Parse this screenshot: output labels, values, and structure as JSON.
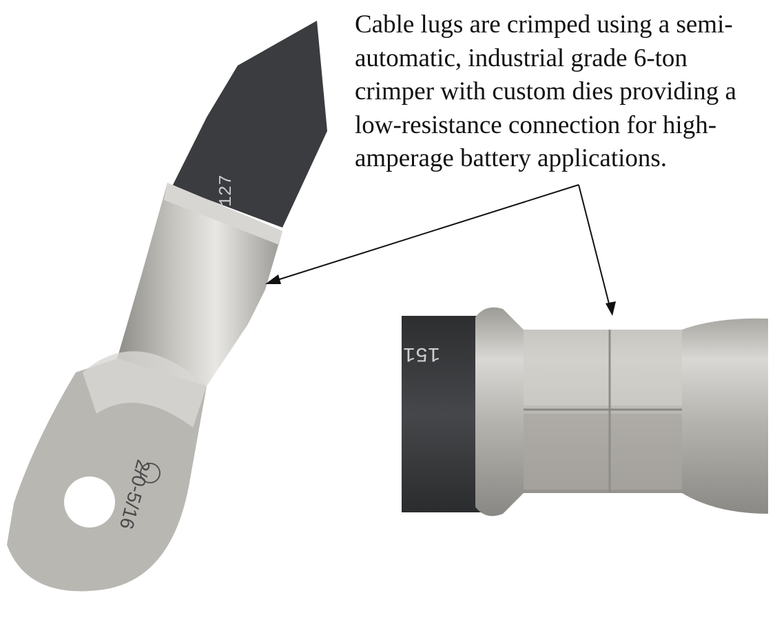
{
  "caption": {
    "lines": [
      "Cable lugs are crimped using a semi-",
      "automatic, industrial grade 6-ton",
      "crimper with custom dies providing a",
      "low-resistance connection for high-",
      "amperage battery applications."
    ]
  },
  "lug_stamp": "2/0-5/16",
  "lug_mark": "UL",
  "cable_print_left": "127",
  "cable_print_right": "151",
  "colors": {
    "cable": "#3a3b3d",
    "metal": "#b9b7b2",
    "text": "#111111"
  }
}
